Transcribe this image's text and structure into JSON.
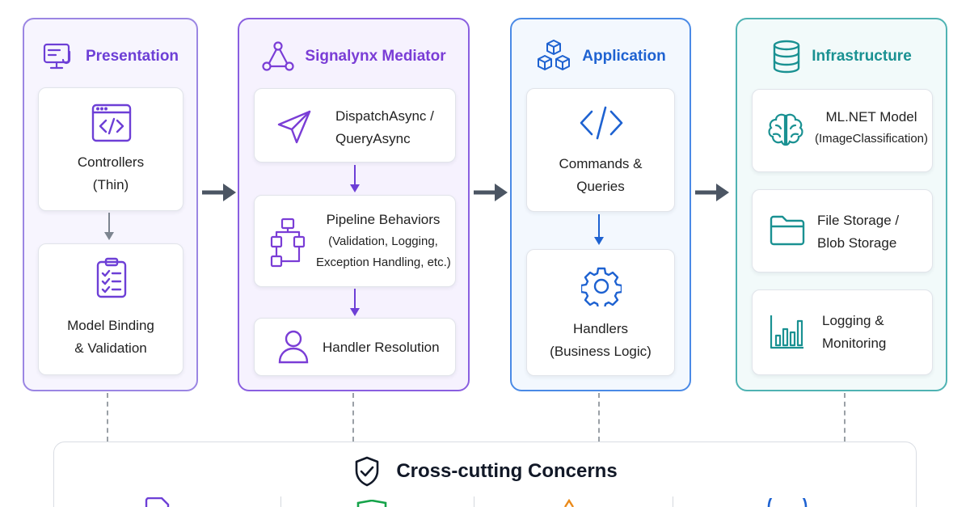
{
  "colors": {
    "presentation": "#6d3fd6",
    "mediator": "#7a3dd6",
    "application": "#1e62d1",
    "infrastructure": "#1a9192",
    "neutral_arrow": "#4b5563",
    "dashed": "#9aa0a6"
  },
  "presentation": {
    "title": "Presentation",
    "icon": "monitor-icon",
    "cards": [
      {
        "icon": "code-window-icon",
        "lines": [
          "Controllers",
          "(Thin)"
        ]
      },
      {
        "icon": "clipboard-checklist-icon",
        "lines": [
          "Model Binding",
          "& Validation"
        ]
      }
    ]
  },
  "mediator": {
    "title": "Signalynx Mediator",
    "icon": "network-nodes-icon",
    "cards": [
      {
        "icon": "paper-plane-icon",
        "lines": [
          "DispatchAsync /",
          "QueryAsync"
        ]
      },
      {
        "icon": "flowchart-icon",
        "title": "Pipeline Behaviors",
        "sub": [
          "(Validation, Logging,",
          "Exception Handling, etc.)"
        ]
      },
      {
        "icon": "user-icon",
        "lines": [
          "Handler Resolution"
        ]
      }
    ]
  },
  "application": {
    "title": "Application",
    "icon": "cubes-icon",
    "cards": [
      {
        "icon": "code-icon",
        "lines": [
          "Commands &",
          "Queries"
        ]
      },
      {
        "icon": "gear-icon",
        "lines": [
          "Handlers",
          "(Business Logic)"
        ]
      }
    ]
  },
  "infrastructure": {
    "title": "Infrastructure",
    "icon": "database-icon",
    "cards": [
      {
        "icon": "brain-icon",
        "title": "ML.NET Model",
        "sub": [
          "(ImageClassification)"
        ]
      },
      {
        "icon": "folder-icon",
        "lines": [
          "File Storage /",
          "Blob Storage"
        ]
      },
      {
        "icon": "bar-chart-icon",
        "lines": [
          "Logging &",
          "Monitoring"
        ]
      }
    ]
  },
  "cross_cutting": {
    "title": "Cross-cutting Concerns",
    "icon": "shield-check-icon"
  }
}
